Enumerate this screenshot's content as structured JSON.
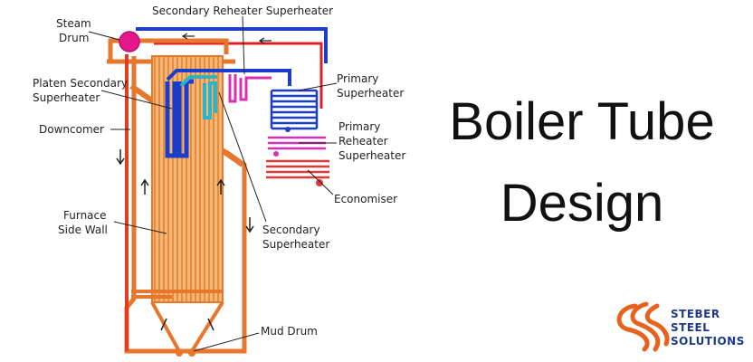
{
  "title": {
    "line1": "Boiler Tube",
    "line2": "Design"
  },
  "labels": {
    "steam_drum_1": "Steam",
    "steam_drum_2": "Drum",
    "secondary_reheater": "Secondary Reheater Superheater",
    "platen_1": "Platen Secondary",
    "platen_2": "Superheater",
    "downcomer": "Downcomer",
    "furnace_1": "Furnace",
    "furnace_2": "Side Wall",
    "primary_sh_1": "Primary",
    "primary_sh_2": "Superheater",
    "primary_rh_1": "Primary",
    "primary_rh_2": "Reheater",
    "primary_rh_3": "Superheater",
    "economiser": "Economiser",
    "secondary_sh_1": "Secondary",
    "secondary_sh_2": "Superheater",
    "mud_drum": "Mud Drum"
  },
  "logo": {
    "line1": "STEBER",
    "line2": "STEEL",
    "line3": "SOLUTIONS"
  },
  "colors": {
    "water_wall": "#e8762b",
    "furnace_fill": "#f0a45e",
    "drum": "#e6178d",
    "steam_blue": "#1a3ecb",
    "hot_red": "#e02020",
    "reheater_pink": "#d72fb5",
    "platen_teal": "#2bb5c8",
    "economiser_red": "#e23a3a",
    "logo_orange": "#e8621d",
    "logo_navy": "#1d3a8a"
  }
}
